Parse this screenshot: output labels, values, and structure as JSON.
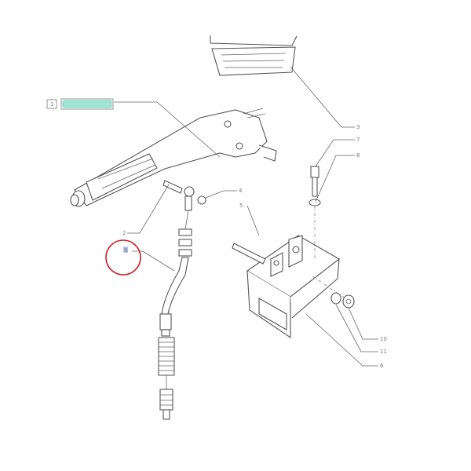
{
  "diagram": {
    "ref_box_label": "1",
    "part_number_highlight": "",
    "highlight_color": "#9ee6d6",
    "callout_circle_color": "#d0202a",
    "callouts": [
      {
        "id": "3"
      },
      {
        "id": "7"
      },
      {
        "id": "8"
      },
      {
        "id": "4"
      },
      {
        "id": "5"
      },
      {
        "id": "2"
      },
      {
        "id": "9",
        "highlighted": true
      },
      {
        "id": "10"
      },
      {
        "id": "11"
      },
      {
        "id": "6"
      }
    ]
  }
}
